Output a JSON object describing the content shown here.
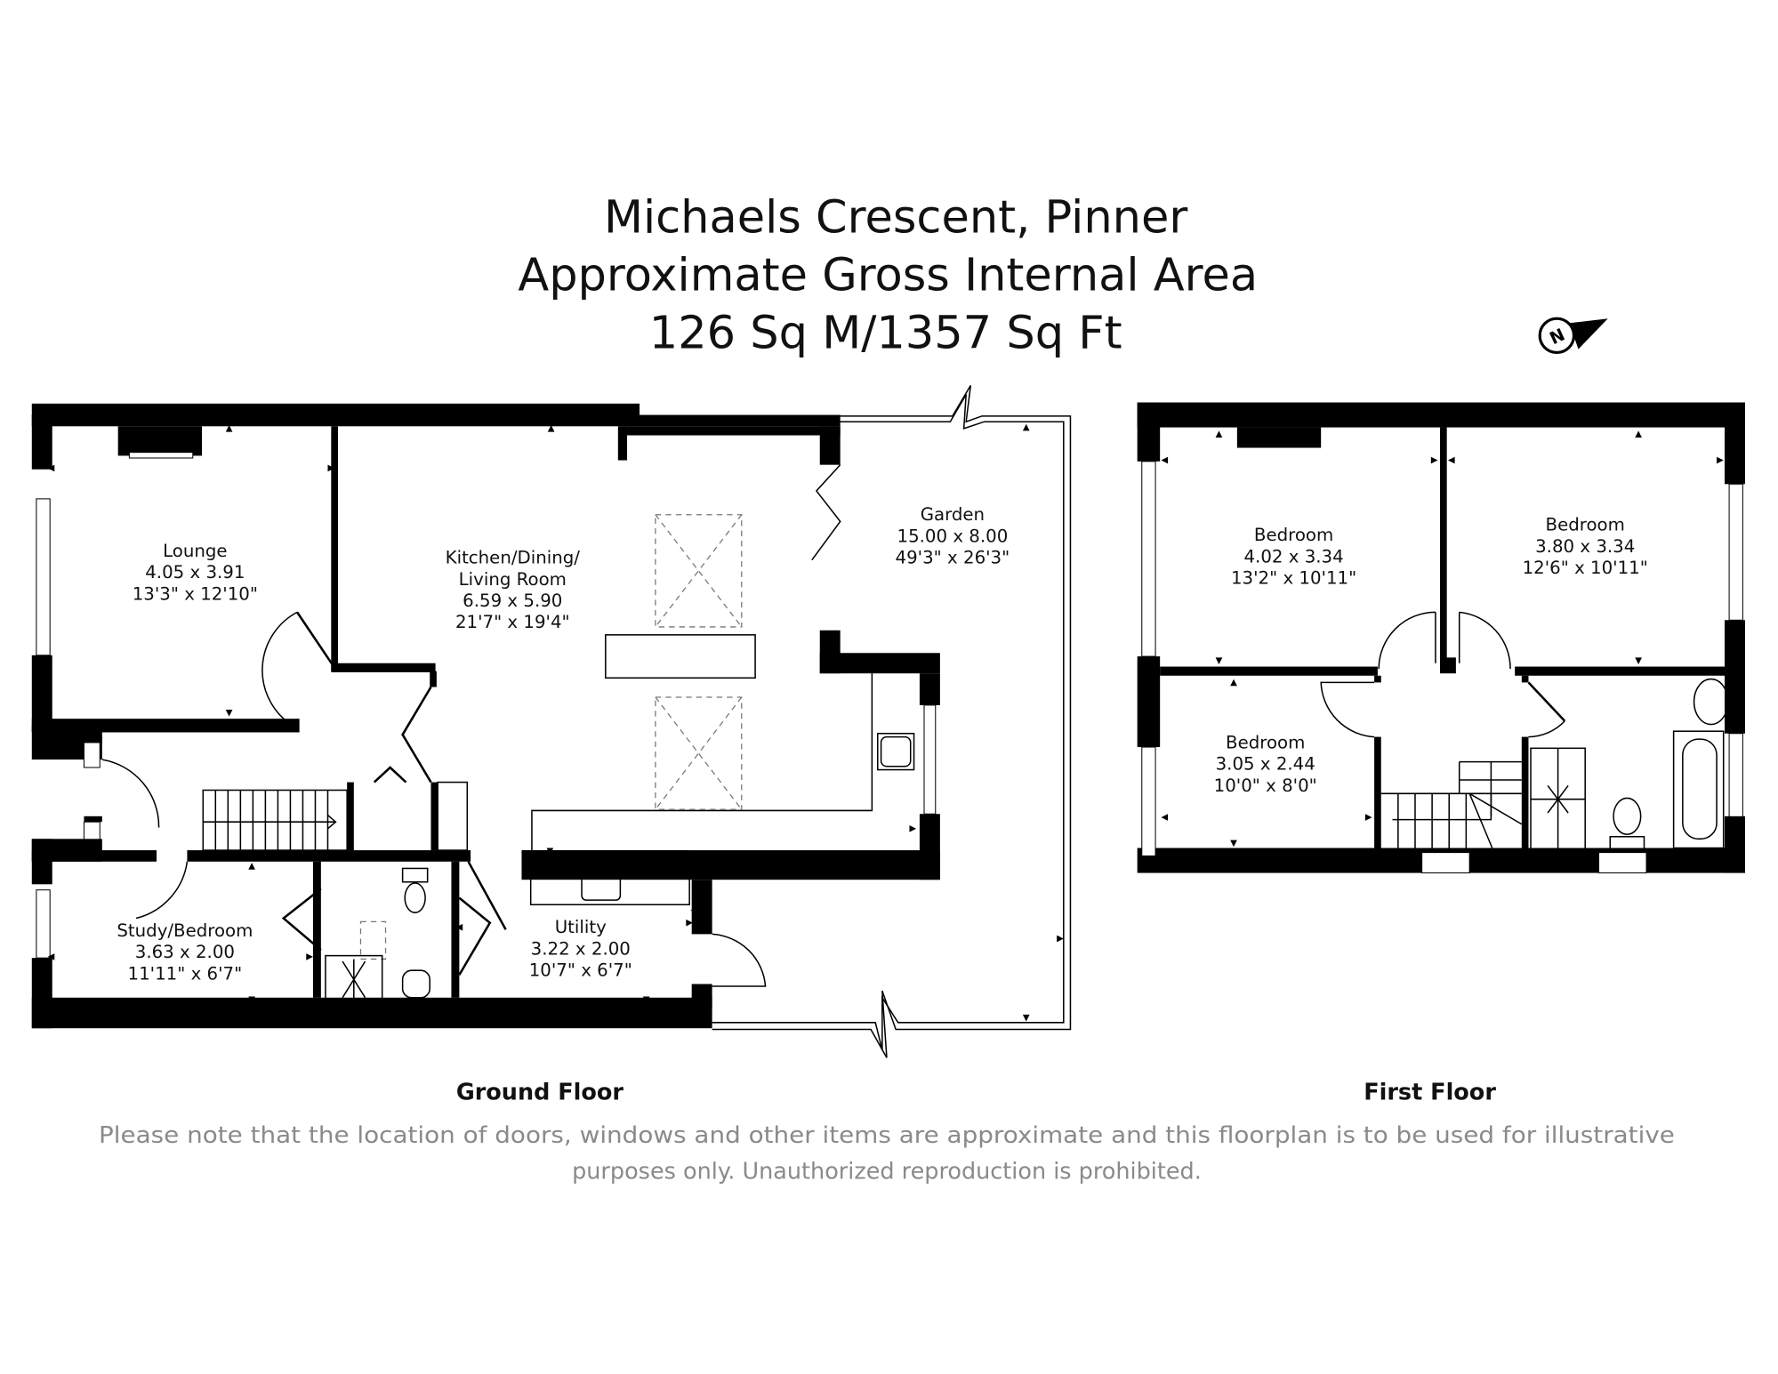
{
  "header": {
    "title_line1": "Michaels Crescent, Pinner",
    "title_line2": "Approximate Gross Internal Area",
    "title_line3": "126 Sq M/1357 Sq Ft"
  },
  "compass": {
    "label": "N",
    "icon": "north-arrow-icon"
  },
  "ground_floor": {
    "label": "Ground Floor",
    "rooms": [
      {
        "name": "Lounge",
        "metric": "4.05 x 3.91",
        "imperial": "13'3\" x 12'10\""
      },
      {
        "name_line1": "Kitchen/Dining/",
        "name_line2": "Living Room",
        "metric": "6.59 x 5.90",
        "imperial": "21'7\" x 19'4\""
      },
      {
        "name": "Garden",
        "metric": "15.00 x 8.00",
        "imperial": "49'3\" x 26'3\""
      },
      {
        "name": "Study/Bedroom",
        "metric": "3.63 x 2.00",
        "imperial": "11'11\" x 6'7\""
      },
      {
        "name": "Utility",
        "metric": "3.22 x 2.00",
        "imperial": "10'7\" x 6'7\""
      }
    ]
  },
  "first_floor": {
    "label": "First Floor",
    "rooms": [
      {
        "name": "Bedroom",
        "metric": "4.02 x 3.34",
        "imperial": "13'2\" x 10'11\""
      },
      {
        "name": "Bedroom",
        "metric": "3.80 x 3.34",
        "imperial": "12'6\" x 10'11\""
      },
      {
        "name": "Bedroom",
        "metric": "3.05 x 2.44",
        "imperial": "10'0\" x 8'0\""
      }
    ]
  },
  "disclaimer": {
    "line1": "Please note that the location of doors, windows and other items are approximate and this floorplan is to be used for illustrative",
    "line2": "purposes only. Unauthorized reproduction is prohibited."
  }
}
